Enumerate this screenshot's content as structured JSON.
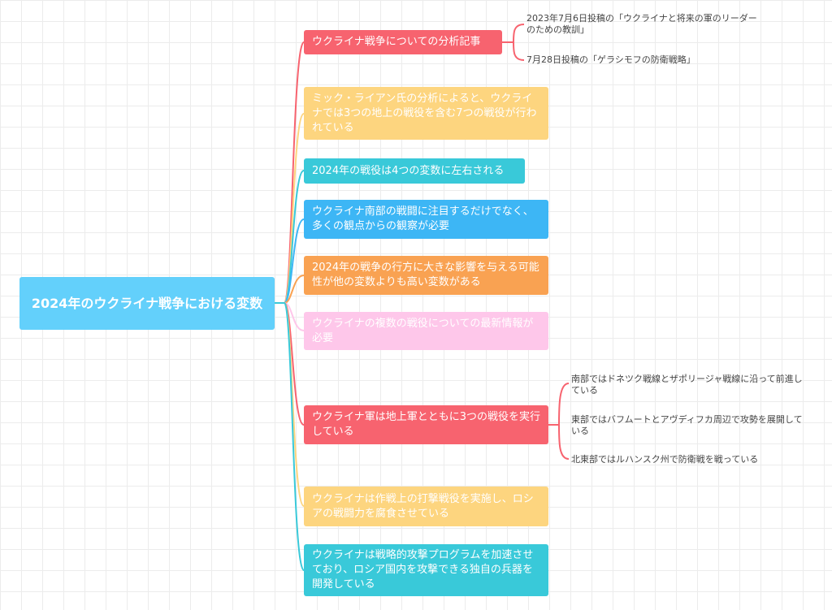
{
  "root": {
    "label": "2024年のウクライナ戦争における変数",
    "color": "#63d0fb"
  },
  "branches": [
    {
      "label": "ウクライナ戦争についての分析記事",
      "color": "#f7636f",
      "children": [
        "2023年7月6日投稿の「ウクライナと将来の軍のリーダーのための教訓」",
        "7月28日投稿の「ゲラシモフの防衛戦略」"
      ]
    },
    {
      "label": "ミック・ライアン氏の分析によると、ウクライナでは3つの地上の戦役を含む7つの戦役が行われている",
      "color": "#fdd57f"
    },
    {
      "label": "2024年の戦役は4つの変数に左右される",
      "color": "#39c9d9"
    },
    {
      "label": "ウクライナ南部の戦闘に注目するだけでなく、多くの観点からの観察が必要",
      "color": "#3db6f5"
    },
    {
      "label": "2024年の戦争の行方に大きな影響を与える可能性が他の変数よりも高い変数がある",
      "color": "#f9a252"
    },
    {
      "label": "ウクライナの複数の戦役についての最新情報が必要",
      "color": "#fec7ea"
    },
    {
      "label": "ウクライナ軍は地上軍とともに3つの戦役を実行している",
      "color": "#f7636f",
      "children": [
        "南部ではドネツク戦線とザポリージャ戦線に沿って前進している",
        "東部ではバフムートとアヴディフカ周辺で攻勢を展開している",
        "北東部ではルハンスク州で防衛戦を戦っている"
      ]
    },
    {
      "label": "ウクライナは作戦上の打撃戦役を実施し、ロシアの戦闘力を腐食させている",
      "color": "#fdd57f"
    },
    {
      "label": "ウクライナは戦略的攻撃プログラムを加速させており、ロシア国内を攻撃できる独自の兵器を開発している",
      "color": "#39c9d9"
    }
  ]
}
